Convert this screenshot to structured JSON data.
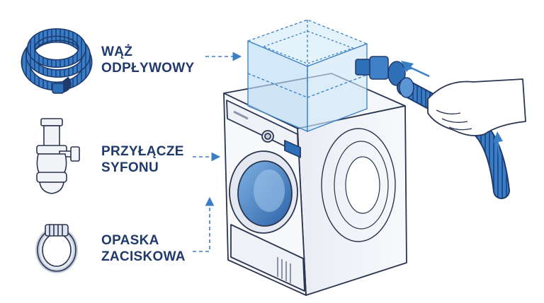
{
  "labels": {
    "hose": {
      "line1": "WĄŻ",
      "line2": "ODPŁYWOWY"
    },
    "siphon": {
      "line1": "PRZYŁĄCZE",
      "line2": "SYFONU"
    },
    "clamp": {
      "line1": "OPASKA",
      "line2": "ZACISKOWA"
    }
  },
  "icons": [
    "coiled-hose-icon",
    "siphon-fitting-icon",
    "hose-clamp-icon",
    "washing-machine",
    "water-tank",
    "hand-holding-hose",
    "arrow-icon"
  ],
  "colors": {
    "label_text": "#1f3a6b",
    "hose_blue": "#2f6fb8",
    "hose_light": "#5b97d6",
    "outline": "#2a3550",
    "tank_fill": "#cfe6f7",
    "dash_line": "#3a7fc4"
  }
}
